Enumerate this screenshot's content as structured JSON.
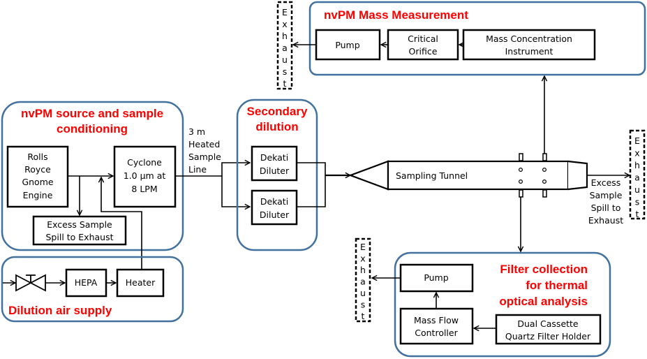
{
  "colors": {
    "group_border": "#41719c",
    "title_red": "#ff0000",
    "line": "#000000"
  },
  "groups": {
    "source": {
      "title_line1": "nvPM source and sample",
      "title_line2": "conditioning"
    },
    "dilution_air": {
      "title": "Dilution air supply"
    },
    "secondary": {
      "title_line1": "Secondary",
      "title_line2": "dilution"
    },
    "mass": {
      "title": "nvPM Mass Measurement"
    },
    "filter": {
      "title_line1": "Filter collection",
      "title_line2": "for thermal",
      "title_line3": "optical analysis"
    }
  },
  "boxes": {
    "engine": [
      "Rolls",
      "Royce",
      "Gnome",
      "Engine"
    ],
    "cyclone": [
      "Cyclone",
      "1.0 µm at",
      "8 LPM"
    ],
    "excess_spill": [
      "Excess Sample",
      "Spill to Exhaust"
    ],
    "hepa": "HEPA",
    "heater": "Heater",
    "dekati1": [
      "Dekati",
      "Diluter"
    ],
    "dekati2": [
      "Dekati",
      "Diluter"
    ],
    "mass_pump": "Pump",
    "critical_orifice": [
      "Critical",
      "Orifice"
    ],
    "mass_instrument": [
      "Mass Concentration",
      "Instrument"
    ],
    "filter_pump": "Pump",
    "mass_flow": [
      "Mass Flow",
      "Controller"
    ],
    "filter_holder": [
      "Dual Cassette",
      "Quartz Filter Holder"
    ]
  },
  "labels": {
    "heated_line": [
      "3 m",
      "Heated",
      "Sample",
      "Line"
    ],
    "sampling_tunnel": "Sampling Tunnel",
    "excess_tunnel": [
      "Excess",
      "Sample",
      "Spill to",
      "Exhaust"
    ]
  },
  "exhaust_letters": [
    "E",
    "x",
    "h",
    "a",
    "u",
    "s",
    "t"
  ],
  "icons": {
    "valve": "valve-icon"
  }
}
